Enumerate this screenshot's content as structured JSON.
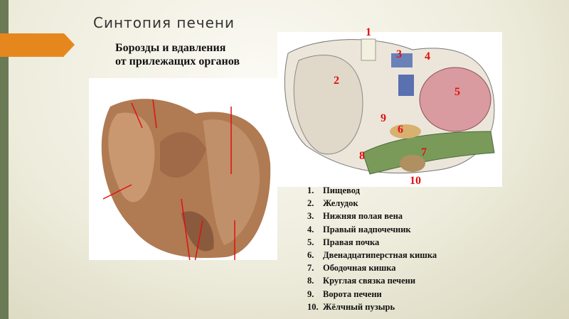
{
  "slide": {
    "title": "Синтопия печени",
    "subtitle_line1": "Борозды и вдавления",
    "subtitle_line2": "от прилежащих органов"
  },
  "diagram_numbers": [
    "1",
    "2",
    "3",
    "4",
    "5",
    "6",
    "7",
    "8",
    "9",
    "10"
  ],
  "legend": [
    {
      "n": "1.",
      "label": "Пищевод"
    },
    {
      "n": "2.",
      "label": "Желудок"
    },
    {
      "n": "3.",
      "label": "Нижняя полая вена"
    },
    {
      "n": "4.",
      "label": "Правый надпочечник"
    },
    {
      "n": "5.",
      "label": "Правая почка"
    },
    {
      "n": "6.",
      "label": "Двенадцатиперстная кишка"
    },
    {
      "n": "7.",
      "label": "Ободочная кишка"
    },
    {
      "n": "8.",
      "label": "Круглая связка печени"
    },
    {
      "n": "9.",
      "label": "Ворота печени"
    },
    {
      "n": "10.",
      "label": "Жёлчный пузырь"
    }
  ],
  "colors": {
    "accent": "#e6871e",
    "sidebar": "#6a7a55",
    "marker": "#e01010"
  }
}
